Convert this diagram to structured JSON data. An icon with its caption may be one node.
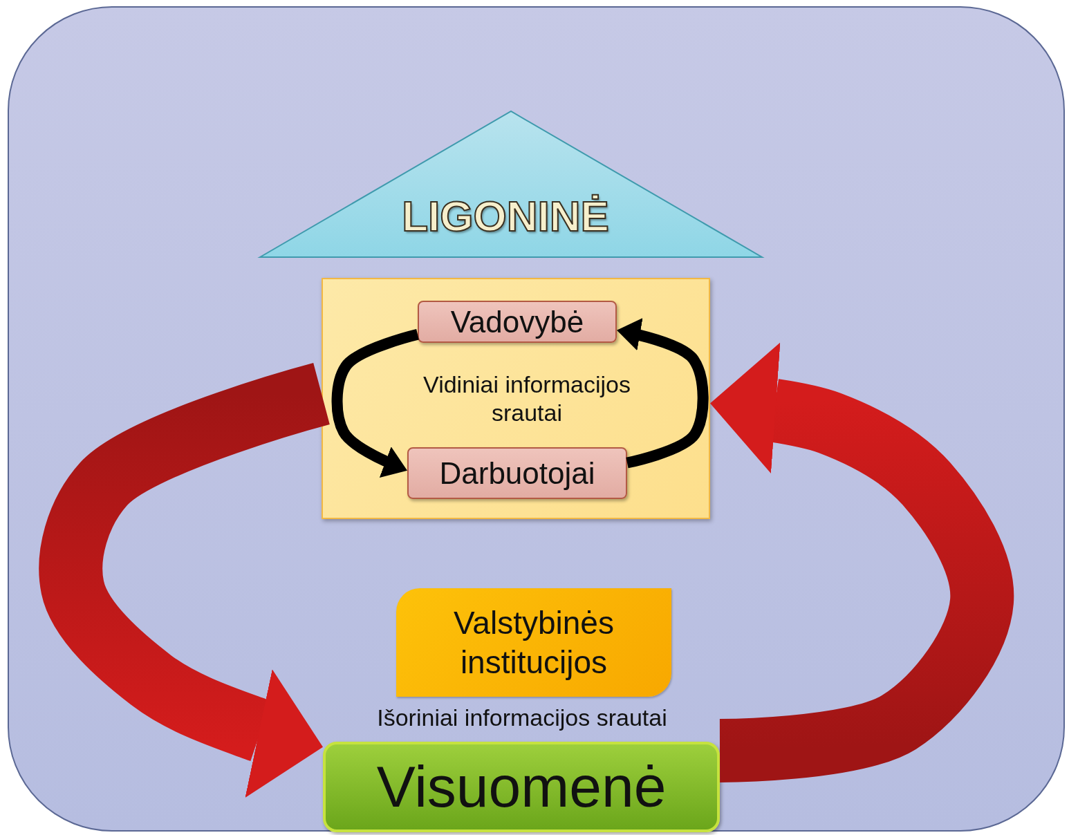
{
  "diagram": {
    "nodes": [
      {
        "text": [
          "LIGONINĖ"
        ]
      },
      {
        "text": [
          "Vidiniai informacijos srautai"
        ]
      },
      {
        "text": [
          "Vadovybė"
        ],
        "in": 1
      },
      {
        "text": [
          "Darbuotojai"
        ],
        "in": 1
      },
      {
        "text": [
          "Valstybinės institucijos"
        ]
      },
      {
        "text": [
          "Visuomenė"
        ]
      }
    ],
    "edges": [
      {
        "from": 1,
        "to": 5,
        "arrow": "to",
        "style": "thick",
        "color": "#d41c1c"
      },
      {
        "from": 5,
        "to": 1,
        "arrow": "to",
        "style": "thick",
        "color": "#d41c1c"
      },
      {
        "from": 2,
        "to": 3,
        "arrow": "to"
      },
      {
        "from": 3,
        "to": 2,
        "arrow": "to"
      }
    ],
    "labels": [
      "Išoriniai informacijos srautai"
    ]
  }
}
